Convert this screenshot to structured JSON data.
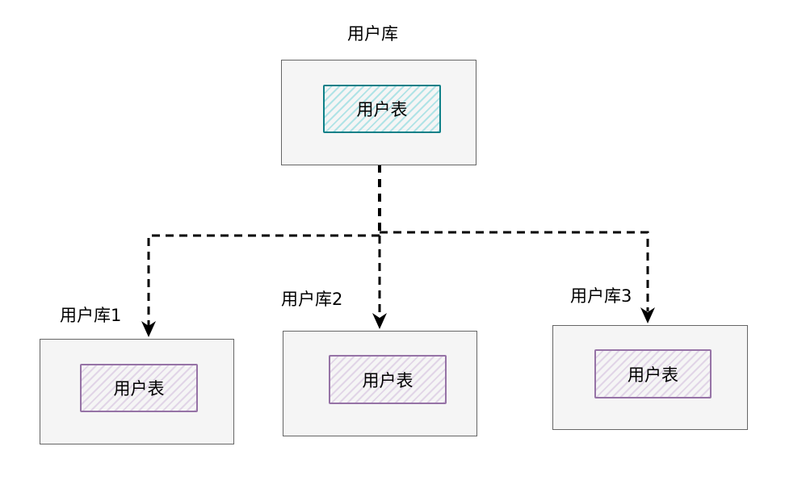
{
  "colors": {
    "line": "#000000",
    "db_fill": "#f5f5f5",
    "db_border": "#666666",
    "teal": "#0e8088",
    "teal_hatch": "#b0e3e6",
    "purple": "#9673a6",
    "purple_hatch": "#e1d5e7"
  },
  "nodes": {
    "main": {
      "db_label": "用户库",
      "table_label": "用户表"
    },
    "shard1": {
      "db_label": "用户库1",
      "table_label": "用户表"
    },
    "shard2": {
      "db_label": "用户库2",
      "table_label": "用户表"
    },
    "shard3": {
      "db_label": "用户库3",
      "table_label": "用户表"
    }
  }
}
